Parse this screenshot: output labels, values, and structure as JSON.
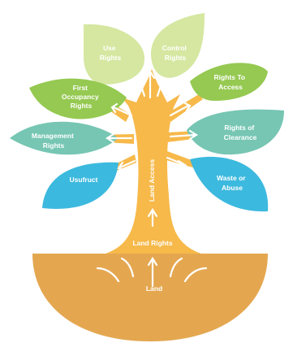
{
  "colors": {
    "soil": "#E4A750",
    "trunk": "#F6B94A",
    "leaf_light_green": "#D5E7A0",
    "leaf_green": "#95C951",
    "leaf_teal": "#76C6B3",
    "leaf_blue": "#3CB9DE",
    "arrow": "#FFFFFF"
  },
  "diagram": {
    "root": {
      "label": "Land"
    },
    "base": {
      "label": "Land Rights"
    },
    "trunk": {
      "label": "Land Access"
    },
    "leaves": [
      {
        "id": "use",
        "lines": [
          "Use",
          "Rights"
        ]
      },
      {
        "id": "control",
        "lines": [
          "Control",
          "Rights"
        ]
      },
      {
        "id": "first-occupancy",
        "lines": [
          "First",
          "Occupancy",
          "Rights"
        ]
      },
      {
        "id": "access",
        "lines": [
          "Rights To",
          "Access"
        ]
      },
      {
        "id": "management",
        "lines": [
          "Management",
          "Rights"
        ]
      },
      {
        "id": "clearance",
        "lines": [
          "Rights of",
          "Clearance"
        ]
      },
      {
        "id": "usufruct",
        "lines": [
          "Usufruct"
        ]
      },
      {
        "id": "waste",
        "lines": [
          "Waste or",
          "Abuse"
        ]
      }
    ]
  }
}
